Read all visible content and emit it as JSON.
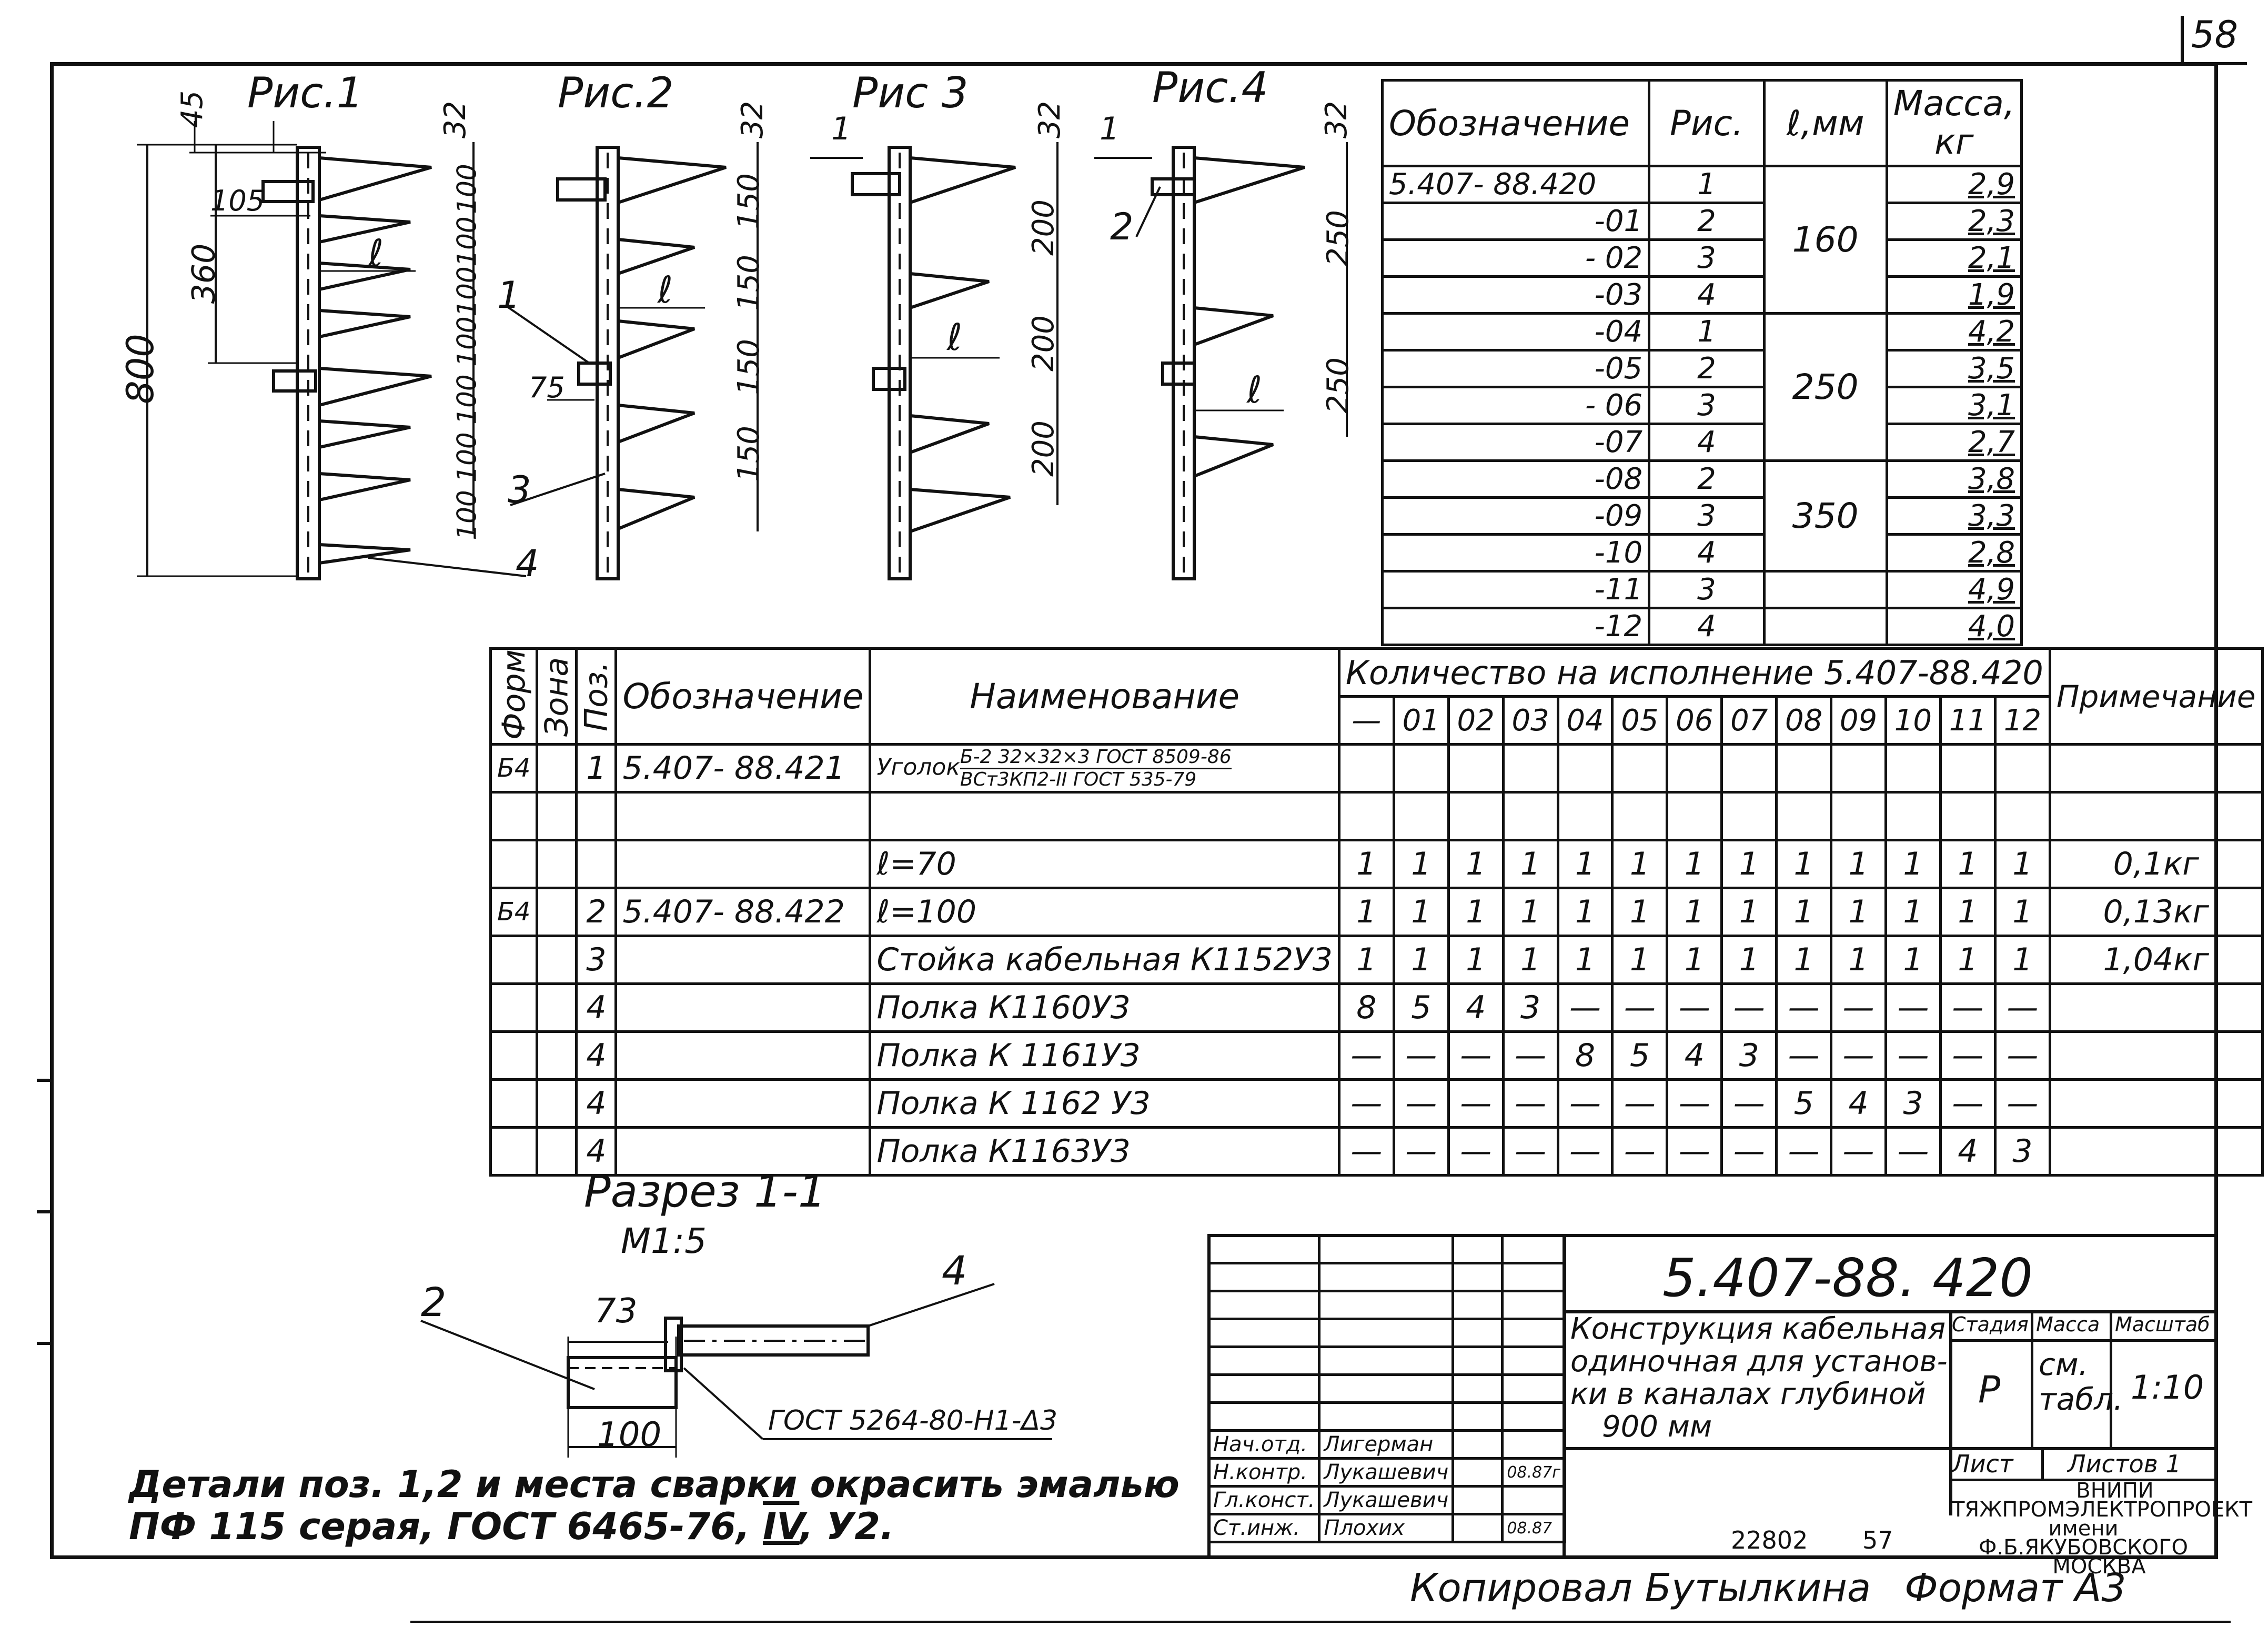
{
  "sheet_corner": "58",
  "figures": {
    "fig1": {
      "label": "Рис.1",
      "dims": [
        "45",
        "32",
        "105",
        "360",
        "800",
        "100",
        "100",
        "100",
        "100",
        "100",
        "100",
        "100"
      ],
      "length_mark": "ℓ",
      "callout": "4"
    },
    "fig2": {
      "label": "Рис.2",
      "dims": [
        "32",
        "150",
        "150",
        "150",
        "150",
        "75"
      ],
      "length_mark": "ℓ",
      "callouts": [
        "1",
        "3"
      ]
    },
    "fig3": {
      "label": "Рис 3",
      "dims": [
        "32",
        "200",
        "200",
        "200"
      ],
      "length_mark": "ℓ",
      "section": "1"
    },
    "fig4": {
      "label": "Рис.4",
      "dims": [
        "32",
        "250",
        "250"
      ],
      "length_mark": "ℓ",
      "section": "1",
      "callout": "2"
    }
  },
  "mass_table": {
    "headers": [
      "Обозначение",
      "Рис.",
      "ℓ,мм",
      "Масса, кг"
    ],
    "rows": [
      {
        "code": "5.407- 88.420",
        "fig": "1",
        "len": "160",
        "mass": "2,9"
      },
      {
        "code": "-01",
        "fig": "2",
        "mass": "2,3"
      },
      {
        "code": "- 02",
        "fig": "3",
        "mass": "2,1"
      },
      {
        "code": "-03",
        "fig": "4",
        "mass": "1,9"
      },
      {
        "code": "-04",
        "fig": "1",
        "len": "250",
        "mass": "4,2"
      },
      {
        "code": "-05",
        "fig": "2",
        "mass": "3,5"
      },
      {
        "code": "- 06",
        "fig": "3",
        "mass": "3,1"
      },
      {
        "code": "-07",
        "fig": "4",
        "mass": "2,7"
      },
      {
        "code": "-08",
        "fig": "2",
        "len": "350",
        "mass": "3,8"
      },
      {
        "code": "-09",
        "fig": "3",
        "mass": "3,3"
      },
      {
        "code": "-10",
        "fig": "4",
        "mass": "2,8"
      },
      {
        "code": "-11",
        "fig": "3",
        "mass": "4,9"
      },
      {
        "code": "-12",
        "fig": "4",
        "mass": "4,0"
      }
    ]
  },
  "spec": {
    "col_format": "Формат",
    "col_zone": "Зона",
    "col_pos": "Поз.",
    "col_designation": "Обозначение",
    "col_name": "Наименование",
    "col_qty": "Количество на исполнение 5.407-88.420",
    "col_note": "Примечание",
    "variants": [
      "—",
      "01",
      "02",
      "03",
      "04",
      "05",
      "06",
      "07",
      "08",
      "09",
      "10",
      "11",
      "12"
    ],
    "rows": [
      {
        "fmt": "Б4",
        "pos": "1",
        "code": "5.407- 88.421",
        "name": "Уголок",
        "frac_top": "Б-2 32×32×3 ГОСТ 8509-86",
        "frac_bot": "ВСт3КП2-II ГОСТ 535-79"
      },
      {
        "name": "ℓ=70",
        "qty": [
          "1",
          "1",
          "1",
          "1",
          "1",
          "1",
          "1",
          "1",
          "1",
          "1",
          "1",
          "1",
          "1"
        ],
        "note": "0,1кг"
      },
      {
        "fmt": "Б4",
        "pos": "2",
        "code": "5.407- 88.422",
        "name": "ℓ=100",
        "qty": [
          "1",
          "1",
          "1",
          "1",
          "1",
          "1",
          "1",
          "1",
          "1",
          "1",
          "1",
          "1",
          "1"
        ],
        "note": "0,13кг"
      },
      {
        "pos": "3",
        "name": "Стойка кабельная К1152У3",
        "qty": [
          "1",
          "1",
          "1",
          "1",
          "1",
          "1",
          "1",
          "1",
          "1",
          "1",
          "1",
          "1",
          "1"
        ],
        "note": "1,04кг"
      },
      {
        "pos": "4",
        "name": "Полка К1160У3",
        "qty": [
          "8",
          "5",
          "4",
          "3",
          "—",
          "—",
          "—",
          "—",
          "—",
          "—",
          "—",
          "—",
          "—"
        ]
      },
      {
        "pos": "4",
        "name": "Полка К 1161У3",
        "qty": [
          "—",
          "—",
          "—",
          "—",
          "8",
          "5",
          "4",
          "3",
          "—",
          "—",
          "—",
          "—",
          "—"
        ]
      },
      {
        "pos": "4",
        "name": "Полка К 1162 У3",
        "qty": [
          "—",
          "—",
          "—",
          "—",
          "—",
          "—",
          "—",
          "—",
          "5",
          "4",
          "3",
          "—",
          "—"
        ]
      },
      {
        "pos": "4",
        "name": "Полка К1163У3",
        "qty": [
          "—",
          "—",
          "—",
          "—",
          "—",
          "—",
          "—",
          "—",
          "—",
          "—",
          "—",
          "4",
          "3"
        ]
      }
    ]
  },
  "section": {
    "title": "Разрез 1-1",
    "scale": "М1:5",
    "dim_top": "73",
    "dim_bottom": "100",
    "callout_left": "2",
    "callout_right": "4",
    "weld": "ГОСТ 5264-80-Н1-Δ3"
  },
  "note": {
    "line1": "Детали поз. 1,2 и места сварки окрасить эмалью",
    "line2_a": "ПФ 115 серая, ГОСТ 6465-76, ",
    "line2_b": "IV",
    "line2_c": ", У2."
  },
  "stamp": {
    "doc_code": "5.407-88. 420",
    "title_lines": [
      "Конструкция кабельная",
      "одиночная для установ-",
      "ки в каналах глубиной",
      "900 мм"
    ],
    "stage_label": "Стадия",
    "mass_label": "Масса",
    "scale_label": "Масштаб",
    "stage": "Р",
    "mass": "см. табл.",
    "scale": "1:10",
    "sheet_label": "Лист",
    "sheets_label": "Листов 1",
    "org_line1": "ВНИПИ",
    "org_line2": "ТЯЖПРОМЭЛЕКТРОПРОЕКТ",
    "org_line3": "имени Ф.Б.ЯКУБОВСКОГО",
    "org_line4": "МОСКВА",
    "people": [
      {
        "role": "Нач.отд.",
        "name": "Лигерман",
        "date": ""
      },
      {
        "role": "Н.контр.",
        "name": "Лукашевич",
        "date": "08.87г"
      },
      {
        "role": "Гл.конст.",
        "name": "Лукашевич",
        "date": ""
      },
      {
        "role": "Ст.инж.",
        "name": "Плохих",
        "date": "08.87"
      }
    ]
  },
  "footer": {
    "num1": "22802",
    "num2": "57",
    "copied": "Копировал Бутылкина",
    "format": "Формат А3"
  }
}
